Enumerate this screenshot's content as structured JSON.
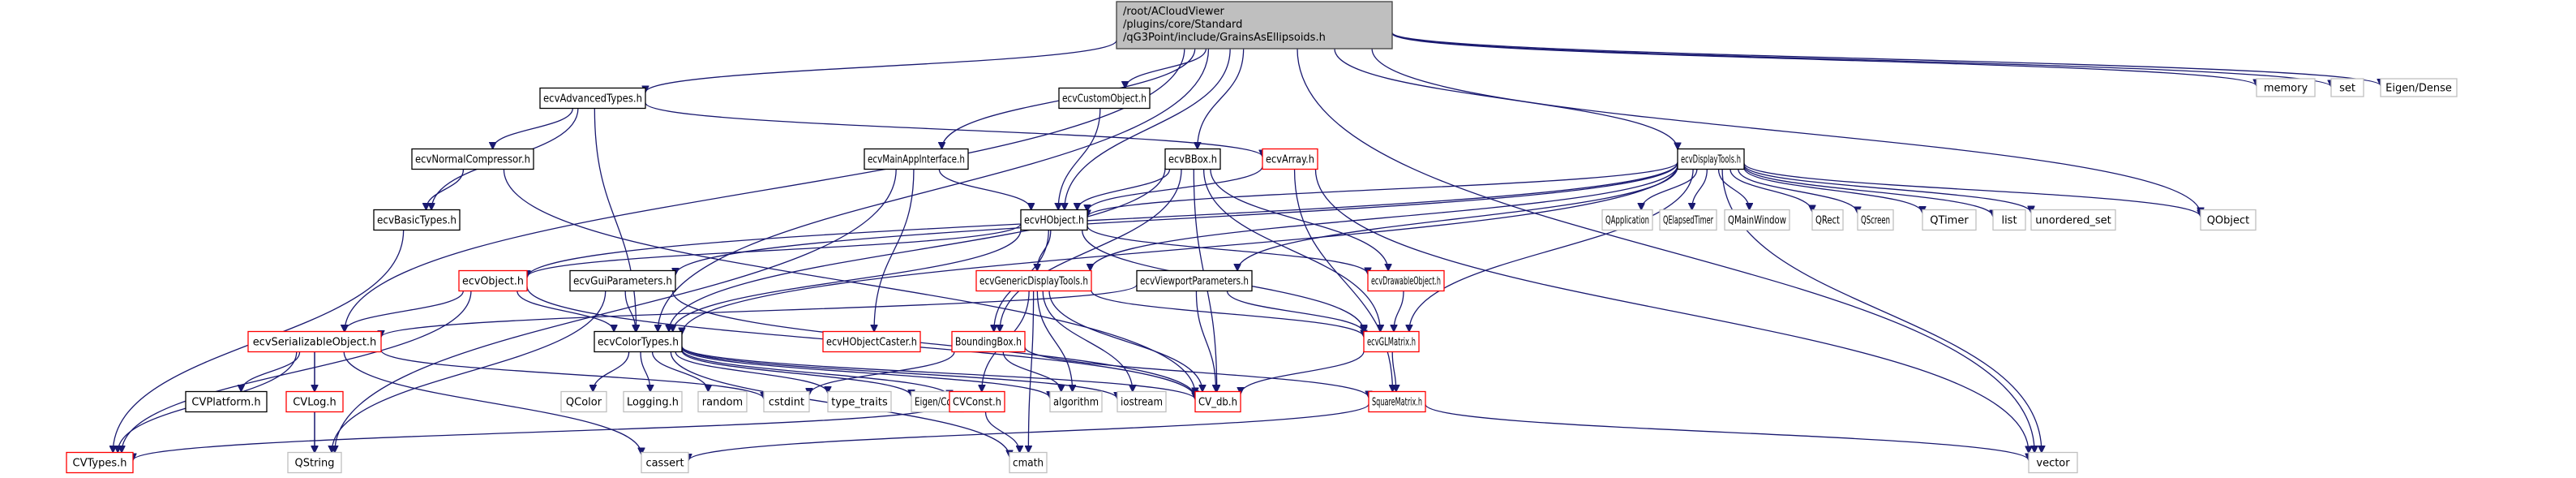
{
  "diagram": {
    "type": "include-dependency-graph",
    "root": "/root/ACloudViewer/plugins/core/Standard/qG3Point/include/GrainsAsEllipsoids.h",
    "legend": {
      "root_fill": "#bfbfbf",
      "documented_border": "#000000",
      "partial_border": "#ff0000",
      "external_border": "#bfbfbf",
      "edge_color": "#191970"
    },
    "nodes": [
      {
        "id": "root",
        "label_lines": [
          "/root/ACloudViewer",
          "/plugins/core/Standard",
          "/qG3Point/include/GrainsAsEllipsoids.h"
        ],
        "kind": "root"
      },
      {
        "id": "ecvAdvancedTypes",
        "label": "ecvAdvancedTypes.h",
        "kind": "documented"
      },
      {
        "id": "ecvCustomObject",
        "label": "ecvCustomObject.h",
        "kind": "documented"
      },
      {
        "id": "ecvNormalCompressor",
        "label": "ecvNormalCompressor.h",
        "kind": "documented"
      },
      {
        "id": "ecvMainAppInterface",
        "label": "ecvMainAppInterface.h",
        "kind": "documented"
      },
      {
        "id": "ecvBBox",
        "label": "ecvBBox.h",
        "kind": "documented"
      },
      {
        "id": "ecvArray",
        "label": "ecvArray.h",
        "kind": "partial"
      },
      {
        "id": "ecvDisplayTools",
        "label": "ecvDisplayTools.h",
        "kind": "documented"
      },
      {
        "id": "ecvBasicTypes",
        "label": "ecvBasicTypes.h",
        "kind": "documented"
      },
      {
        "id": "ecvHObject",
        "label": "ecvHObject.h",
        "kind": "documented"
      },
      {
        "id": "ecvObject",
        "label": "ecvObject.h",
        "kind": "partial"
      },
      {
        "id": "ecvGuiParameters",
        "label": "ecvGuiParameters.h",
        "kind": "documented"
      },
      {
        "id": "ecvGenericDisplayTools",
        "label": "ecvGenericDisplayTools.h",
        "kind": "partial"
      },
      {
        "id": "ecvViewportParameters",
        "label": "ecvViewportParameters.h",
        "kind": "documented"
      },
      {
        "id": "ecvDrawableObject",
        "label": "ecvDrawableObject.h",
        "kind": "partial"
      },
      {
        "id": "ecvSerializableObject",
        "label": "ecvSerializableObject.h",
        "kind": "partial"
      },
      {
        "id": "ecvColorTypes",
        "label": "ecvColorTypes.h",
        "kind": "documented"
      },
      {
        "id": "ecvHObjectCaster",
        "label": "ecvHObjectCaster.h",
        "kind": "partial"
      },
      {
        "id": "BoundingBox",
        "label": "BoundingBox.h",
        "kind": "partial"
      },
      {
        "id": "ecvGLMatrix",
        "label": "ecvGLMatrix.h",
        "kind": "partial"
      },
      {
        "id": "CVPlatform",
        "label": "CVPlatform.h",
        "kind": "documented"
      },
      {
        "id": "CVLog",
        "label": "CVLog.h",
        "kind": "partial"
      },
      {
        "id": "QColor",
        "label": "QColor",
        "kind": "external"
      },
      {
        "id": "Logging",
        "label": "Logging.h",
        "kind": "external"
      },
      {
        "id": "random",
        "label": "random",
        "kind": "external"
      },
      {
        "id": "cstdint",
        "label": "cstdint",
        "kind": "external"
      },
      {
        "id": "type_traits",
        "label": "type_traits",
        "kind": "external"
      },
      {
        "id": "EigenCore",
        "label": "Eigen/Core",
        "kind": "external"
      },
      {
        "id": "CVConst",
        "label": "CVConst.h",
        "kind": "partial"
      },
      {
        "id": "algorithm",
        "label": "algorithm",
        "kind": "external"
      },
      {
        "id": "iostream",
        "label": "iostream",
        "kind": "external"
      },
      {
        "id": "CV_db",
        "label": "CV_db.h",
        "kind": "partial"
      },
      {
        "id": "SquareMatrix",
        "label": "SquareMatrix.h",
        "kind": "partial"
      },
      {
        "id": "CVTypes",
        "label": "CVTypes.h",
        "kind": "partial"
      },
      {
        "id": "QString",
        "label": "QString",
        "kind": "external"
      },
      {
        "id": "cassert",
        "label": "cassert",
        "kind": "external"
      },
      {
        "id": "cmath",
        "label": "cmath",
        "kind": "external"
      },
      {
        "id": "vector",
        "label": "vector",
        "kind": "external"
      },
      {
        "id": "QApplication",
        "label": "QApplication",
        "kind": "external"
      },
      {
        "id": "QElapsedTimer",
        "label": "QElapsedTimer",
        "kind": "external"
      },
      {
        "id": "QMainWindow",
        "label": "QMainWindow",
        "kind": "external"
      },
      {
        "id": "QRect",
        "label": "QRect",
        "kind": "external"
      },
      {
        "id": "QScreen",
        "label": "QScreen",
        "kind": "external"
      },
      {
        "id": "QTimer",
        "label": "QTimer",
        "kind": "external"
      },
      {
        "id": "list",
        "label": "list",
        "kind": "external"
      },
      {
        "id": "unordered_set",
        "label": "unordered_set",
        "kind": "external"
      },
      {
        "id": "QObject",
        "label": "QObject",
        "kind": "external"
      },
      {
        "id": "memory",
        "label": "memory",
        "kind": "external"
      },
      {
        "id": "set",
        "label": "set",
        "kind": "external"
      },
      {
        "id": "EigenDense",
        "label": "Eigen/Dense",
        "kind": "external"
      }
    ],
    "edges": [
      [
        "root",
        "ecvAdvancedTypes"
      ],
      [
        "root",
        "ecvCustomObject"
      ],
      [
        "root",
        "ecvMainAppInterface"
      ],
      [
        "root",
        "ecvBBox"
      ],
      [
        "root",
        "ecvDisplayTools"
      ],
      [
        "root",
        "ecvHObject"
      ],
      [
        "root",
        "ecvSerializableObject"
      ],
      [
        "root",
        "ecvColorTypes"
      ],
      [
        "root",
        "memory"
      ],
      [
        "root",
        "set"
      ],
      [
        "root",
        "EigenDense"
      ],
      [
        "root",
        "QObject"
      ],
      [
        "root",
        "vector"
      ],
      [
        "ecvAdvancedTypes",
        "ecvNormalCompressor"
      ],
      [
        "ecvAdvancedTypes",
        "ecvBasicTypes"
      ],
      [
        "ecvAdvancedTypes",
        "ecvArray"
      ],
      [
        "ecvAdvancedTypes",
        "ecvColorTypes"
      ],
      [
        "ecvNormalCompressor",
        "ecvBasicTypes"
      ],
      [
        "ecvNormalCompressor",
        "CV_db"
      ],
      [
        "ecvBasicTypes",
        "CVTypes"
      ],
      [
        "ecvCustomObject",
        "ecvHObject"
      ],
      [
        "ecvMainAppInterface",
        "ecvHObject"
      ],
      [
        "ecvMainAppInterface",
        "ecvHObjectCaster"
      ],
      [
        "ecvMainAppInterface",
        "QString"
      ],
      [
        "ecvBBox",
        "ecvHObject"
      ],
      [
        "ecvBBox",
        "BoundingBox"
      ],
      [
        "ecvBBox",
        "ecvDrawableObject"
      ],
      [
        "ecvBBox",
        "ecvGLMatrix"
      ],
      [
        "ecvBBox",
        "CV_db"
      ],
      [
        "ecvBBox",
        "ecvColorTypes"
      ],
      [
        "ecvArray",
        "ecvHObject"
      ],
      [
        "ecvArray",
        "vector"
      ],
      [
        "ecvArray",
        "SquareMatrix"
      ],
      [
        "ecvDisplayTools",
        "ecvHObject"
      ],
      [
        "ecvDisplayTools",
        "ecvGenericDisplayTools"
      ],
      [
        "ecvDisplayTools",
        "ecvViewportParameters"
      ],
      [
        "ecvDisplayTools",
        "ecvGLMatrix"
      ],
      [
        "ecvDisplayTools",
        "ecvObject"
      ],
      [
        "ecvDisplayTools",
        "ecvGuiParameters"
      ],
      [
        "ecvDisplayTools",
        "ecvColorTypes"
      ],
      [
        "ecvDisplayTools",
        "QApplication"
      ],
      [
        "ecvDisplayTools",
        "QElapsedTimer"
      ],
      [
        "ecvDisplayTools",
        "QMainWindow"
      ],
      [
        "ecvDisplayTools",
        "QRect"
      ],
      [
        "ecvDisplayTools",
        "QScreen"
      ],
      [
        "ecvDisplayTools",
        "QTimer"
      ],
      [
        "ecvDisplayTools",
        "list"
      ],
      [
        "ecvDisplayTools",
        "unordered_set"
      ],
      [
        "ecvDisplayTools",
        "QObject"
      ],
      [
        "ecvDisplayTools",
        "vector"
      ],
      [
        "ecvHObject",
        "ecvObject"
      ],
      [
        "ecvHObject",
        "ecvGenericDisplayTools"
      ],
      [
        "ecvHObject",
        "ecvDrawableObject"
      ],
      [
        "ecvHObject",
        "ecvGLMatrix"
      ],
      [
        "ecvHObject",
        "ecvColorTypes"
      ],
      [
        "ecvHObject",
        "BoundingBox"
      ],
      [
        "ecvObject",
        "ecvSerializableObject"
      ],
      [
        "ecvObject",
        "ecvColorTypes"
      ],
      [
        "ecvObject",
        "CVTypes"
      ],
      [
        "ecvObject",
        "CV_db"
      ],
      [
        "ecvGuiParameters",
        "ecvColorTypes"
      ],
      [
        "ecvGuiParameters",
        "QString"
      ],
      [
        "ecvGuiParameters",
        "CV_db"
      ],
      [
        "ecvGenericDisplayTools",
        "ecvGLMatrix"
      ],
      [
        "ecvGenericDisplayTools",
        "CVConst"
      ],
      [
        "ecvGenericDisplayTools",
        "algorithm"
      ],
      [
        "ecvGenericDisplayTools",
        "iostream"
      ],
      [
        "ecvGenericDisplayTools",
        "CV_db"
      ],
      [
        "ecvGenericDisplayTools",
        "cmath"
      ],
      [
        "ecvViewportParameters",
        "ecvGLMatrix"
      ],
      [
        "ecvViewportParameters",
        "CV_db"
      ],
      [
        "ecvViewportParameters",
        "ecvSerializableObject"
      ],
      [
        "ecvDrawableObject",
        "ecvGLMatrix"
      ],
      [
        "ecvSerializableObject",
        "CVPlatform"
      ],
      [
        "ecvSerializableObject",
        "CVLog"
      ],
      [
        "ecvSerializableObject",
        "CVTypes"
      ],
      [
        "ecvSerializableObject",
        "cassert"
      ],
      [
        "ecvSerializableObject",
        "cstdint"
      ],
      [
        "ecvSerializableObject",
        "QString"
      ],
      [
        "CVLog",
        "QString"
      ],
      [
        "ecvColorTypes",
        "QColor"
      ],
      [
        "ecvColorTypes",
        "Logging"
      ],
      [
        "ecvColorTypes",
        "random"
      ],
      [
        "ecvColorTypes",
        "type_traits"
      ],
      [
        "ecvColorTypes",
        "EigenCore"
      ],
      [
        "ecvColorTypes",
        "CVConst"
      ],
      [
        "ecvColorTypes",
        "algorithm"
      ],
      [
        "ecvColorTypes",
        "iostream"
      ],
      [
        "ecvColorTypes",
        "CV_db"
      ],
      [
        "ecvColorTypes",
        "cmath"
      ],
      [
        "BoundingBox",
        "algorithm"
      ],
      [
        "BoundingBox",
        "SquareMatrix"
      ],
      [
        "BoundingBox",
        "cstdint"
      ],
      [
        "ecvGLMatrix",
        "CV_db"
      ],
      [
        "ecvGLMatrix",
        "SquareMatrix"
      ],
      [
        "CVConst",
        "cmath"
      ],
      [
        "CVConst",
        "CVTypes"
      ],
      [
        "SquareMatrix",
        "vector"
      ],
      [
        "SquareMatrix",
        "cassert"
      ]
    ]
  }
}
